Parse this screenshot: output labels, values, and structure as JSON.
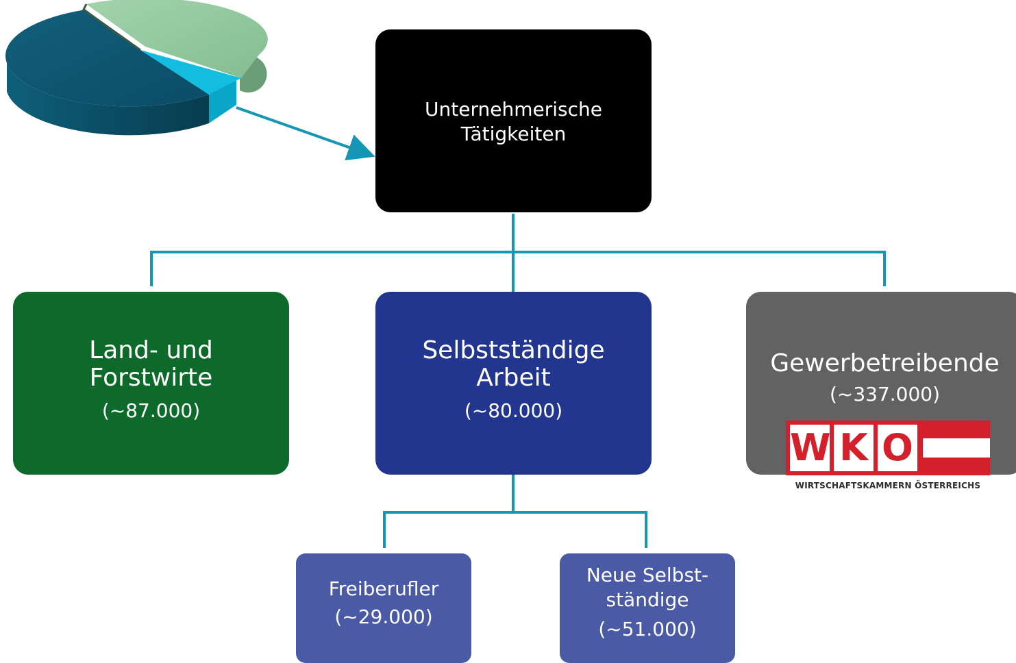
{
  "nodes": {
    "root": {
      "line1": "Unternehmerische",
      "line2": "Tätigkeiten",
      "color": "#000000"
    },
    "land": {
      "line1": "Land- und",
      "line2": "Forstwirte",
      "count": "(~87.000)",
      "color": "#0e6a2b"
    },
    "selbststaendige": {
      "line1": "Selbstständige",
      "line2": "Arbeit",
      "count": "(~80.000)",
      "color": "#22368f"
    },
    "gewerbe": {
      "line1": "Gewerbetreibende",
      "count": "(~337.000)",
      "color": "#626262"
    },
    "freiberufler": {
      "line1": "Freiberufler",
      "count": "(~29.000)",
      "color": "#4b5aa4"
    },
    "neue": {
      "line1": "Neue Selbst-",
      "line2": "ständige",
      "count": "(~51.000)",
      "color": "#4b5aa4"
    }
  },
  "logo": {
    "letters": [
      "W",
      "K",
      "O"
    ],
    "caption": "WIRTSCHAFTSKAMMERN ÖSTERREICHS",
    "color": "#d4202a"
  },
  "colors": {
    "connector": "#1596b4",
    "pie_dark": "#0d5c78",
    "pie_light": "#8ec49b",
    "pie_highlight": "#12bde0"
  }
}
